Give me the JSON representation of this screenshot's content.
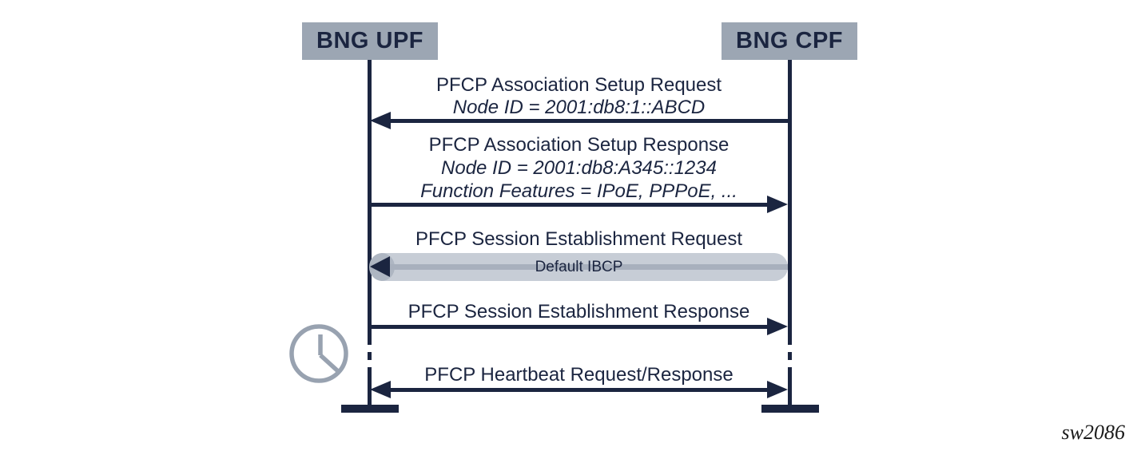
{
  "colors": {
    "navy": "#1b2540",
    "actor_bg": "#9ca6b3",
    "tube": "#c7cdd6",
    "tube_stripe": "#a8b0bd",
    "tube_end": "#aeb6c2",
    "clock": "#98a2b0",
    "figure_label": "#1a1a1a"
  },
  "actors": [
    {
      "label": "BNG UPF"
    },
    {
      "label": "BNG CPF"
    }
  ],
  "messages": [
    {
      "title": "PFCP Association Setup Request",
      "notes": [
        "Node ID = 2001:db8:1::ABCD"
      ],
      "direction": "right-to-left",
      "style": "arrow"
    },
    {
      "title": "PFCP Association Setup Response",
      "notes": [
        "Node ID = 2001:db8:A345::1234",
        "Function Features = IPoE, PPPoE, ..."
      ],
      "direction": "left-to-right",
      "style": "arrow"
    },
    {
      "title": "PFCP Session Establishment Request",
      "tube_label": "Default IBCP",
      "direction": "right-to-left",
      "style": "tube"
    },
    {
      "title": "PFCP Session Establishment Response",
      "direction": "left-to-right",
      "style": "arrow"
    },
    {
      "title": "PFCP Heartbeat Request/Response",
      "direction": "bidirectional",
      "style": "arrow"
    }
  ],
  "icons": {
    "clock": "time-passing"
  },
  "figure_id": "sw2086"
}
